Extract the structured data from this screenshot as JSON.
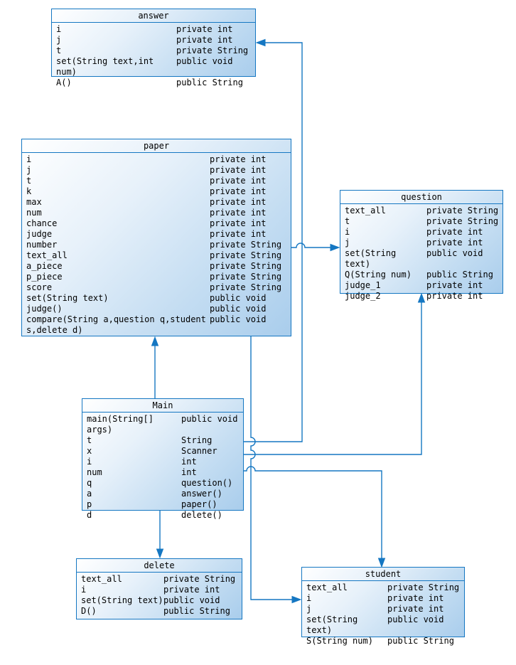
{
  "diagram": {
    "type": "uml-class-diagram",
    "colors": {
      "line": "#1577c2",
      "box_fill_light": "#ffffff",
      "box_fill_dark": "#a9cdec",
      "text": "#000000",
      "background": "#ffffff"
    },
    "classes": [
      {
        "id": "answer",
        "title": "answer",
        "members": [
          {
            "name": "i",
            "type": "private int"
          },
          {
            "name": "j",
            "type": "private int"
          },
          {
            "name": "t",
            "type": "private String"
          },
          {
            "name": "set(String text,int num)",
            "type": "public void"
          },
          {
            "name": "A()",
            "type": "public String"
          }
        ]
      },
      {
        "id": "paper",
        "title": "paper",
        "members": [
          {
            "name": "i",
            "type": "private int"
          },
          {
            "name": "j",
            "type": "private int"
          },
          {
            "name": "t",
            "type": "private int"
          },
          {
            "name": "k",
            "type": "private int"
          },
          {
            "name": "max",
            "type": "private int"
          },
          {
            "name": "num",
            "type": "private int"
          },
          {
            "name": "chance",
            "type": "private int"
          },
          {
            "name": "judge",
            "type": "private int"
          },
          {
            "name": "number",
            "type": "private String"
          },
          {
            "name": "text_all",
            "type": "private String"
          },
          {
            "name": "a_piece",
            "type": "private String"
          },
          {
            "name": "p_piece",
            "type": "private String"
          },
          {
            "name": "score",
            "type": "private String"
          },
          {
            "name": "set(String text)",
            "type": "public void"
          },
          {
            "name": "judge()",
            "type": "public void"
          },
          {
            "name": "compare(String a,question q,student s,delete d)",
            "type": "public void"
          }
        ]
      },
      {
        "id": "question",
        "title": "question",
        "members": [
          {
            "name": "text_all",
            "type": "private String"
          },
          {
            "name": "t",
            "type": "private String"
          },
          {
            "name": "i",
            "type": "private int"
          },
          {
            "name": "j",
            "type": "private int"
          },
          {
            "name": "set(String text)",
            "type": "public void"
          },
          {
            "name": "Q(String num)",
            "type": "public String"
          },
          {
            "name": "judge_1",
            "type": "private int"
          },
          {
            "name": "judge_2",
            "type": "private int"
          }
        ]
      },
      {
        "id": "Main",
        "title": "Main",
        "members": [
          {
            "name": "main(String[] args)",
            "type": "public void"
          },
          {
            "name": "t",
            "type": "String"
          },
          {
            "name": "x",
            "type": "Scanner"
          },
          {
            "name": "i",
            "type": "int"
          },
          {
            "name": "num",
            "type": "int"
          },
          {
            "name": "q",
            "type": "question()"
          },
          {
            "name": "a",
            "type": "answer()"
          },
          {
            "name": "p",
            "type": "paper()"
          },
          {
            "name": "d",
            "type": "delete()"
          }
        ]
      },
      {
        "id": "delete",
        "title": "delete",
        "members": [
          {
            "name": "text_all",
            "type": "private String"
          },
          {
            "name": "i",
            "type": "private int"
          },
          {
            "name": "set(String text)",
            "type": "public void"
          },
          {
            "name": "D()",
            "type": "public String"
          }
        ]
      },
      {
        "id": "student",
        "title": "student",
        "members": [
          {
            "name": "text_all",
            "type": "private String"
          },
          {
            "name": "i",
            "type": "private int"
          },
          {
            "name": "j",
            "type": "private int"
          },
          {
            "name": "set(String text)",
            "type": "public void"
          },
          {
            "name": "S(String num)",
            "type": "public String"
          }
        ]
      }
    ],
    "relationships": [
      {
        "from": "Main",
        "to": "answer",
        "style": "directed-arrow"
      },
      {
        "from": "Main",
        "to": "paper",
        "style": "directed-arrow"
      },
      {
        "from": "Main",
        "to": "question",
        "style": "directed-arrow"
      },
      {
        "from": "Main",
        "to": "student",
        "style": "directed-arrow"
      },
      {
        "from": "Main",
        "to": "delete",
        "style": "directed-arrow"
      },
      {
        "from": "paper",
        "to": "question",
        "style": "directed-arrow"
      },
      {
        "from": "paper",
        "to": "student",
        "style": "directed-arrow"
      }
    ]
  }
}
